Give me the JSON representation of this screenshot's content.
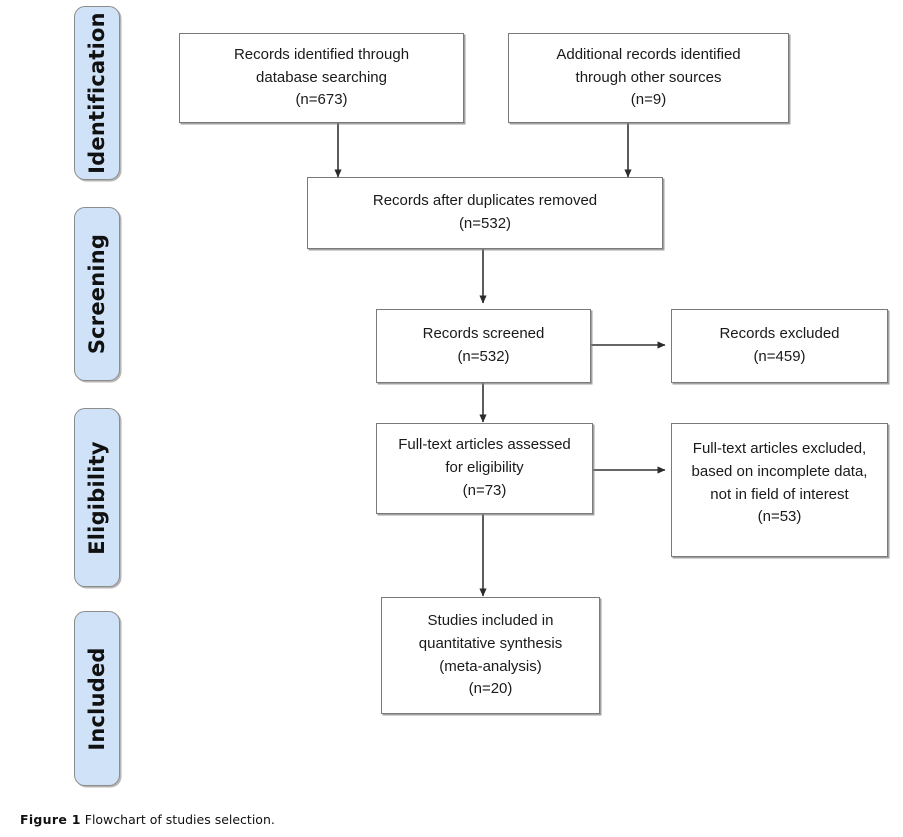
{
  "figure": {
    "caption_label": "Figure 1",
    "caption_text": "Flowchart of studies selection.",
    "colors": {
      "phase_fill": "#cfe2f7",
      "phase_border": "#8c8c8c",
      "box_border": "#7a7a7a",
      "box_fill": "#ffffff",
      "connector": "#333333",
      "text": "#1a1a1a"
    }
  },
  "phases": [
    {
      "id": "identification",
      "label": "Identification"
    },
    {
      "id": "screening",
      "label": "Screening"
    },
    {
      "id": "eligibility",
      "label": "Eligibility"
    },
    {
      "id": "included",
      "label": "Included"
    }
  ],
  "chart_data": {
    "type": "diagram",
    "title": "Flowchart of studies selection.",
    "nodes": [
      {
        "id": "records-identified-database",
        "phase": "identification",
        "lines": [
          "Records identified through",
          "database searching",
          "(n=673)"
        ],
        "count": 673
      },
      {
        "id": "additional-records-other-sources",
        "phase": "identification",
        "lines": [
          "Additional records identified",
          "through other sources",
          "(n=9)"
        ],
        "count": 9
      },
      {
        "id": "records-after-duplicates-removed",
        "phase": "screening",
        "lines": [
          "Records after duplicates removed",
          "(n=532)"
        ],
        "count": 532
      },
      {
        "id": "records-screened",
        "phase": "screening",
        "lines": [
          "Records screened",
          "(n=532)"
        ],
        "count": 532
      },
      {
        "id": "records-excluded",
        "phase": "screening",
        "lines": [
          "Records excluded",
          "(n=459)"
        ],
        "count": 459
      },
      {
        "id": "full-text-assessed",
        "phase": "eligibility",
        "lines": [
          "Full-text articles assessed",
          "for eligibility",
          "(n=73)"
        ],
        "count": 73
      },
      {
        "id": "full-text-excluded",
        "phase": "eligibility",
        "lines": [
          "Full-text articles excluded,",
          "based on incomplete data,",
          "not in field of interest",
          "(n=53)"
        ],
        "count": 53
      },
      {
        "id": "studies-included",
        "phase": "included",
        "lines": [
          "Studies included in",
          "quantitative synthesis",
          "(meta-analysis)",
          "(n=20)"
        ],
        "count": 20
      }
    ],
    "edges": [
      {
        "from": "records-identified-database",
        "to": "records-after-duplicates-removed",
        "direction": "down"
      },
      {
        "from": "additional-records-other-sources",
        "to": "records-after-duplicates-removed",
        "direction": "down"
      },
      {
        "from": "records-after-duplicates-removed",
        "to": "records-screened",
        "direction": "down"
      },
      {
        "from": "records-screened",
        "to": "records-excluded",
        "direction": "right"
      },
      {
        "from": "records-screened",
        "to": "full-text-assessed",
        "direction": "down"
      },
      {
        "from": "full-text-assessed",
        "to": "full-text-excluded",
        "direction": "right"
      },
      {
        "from": "full-text-assessed",
        "to": "studies-included",
        "direction": "down"
      }
    ]
  }
}
